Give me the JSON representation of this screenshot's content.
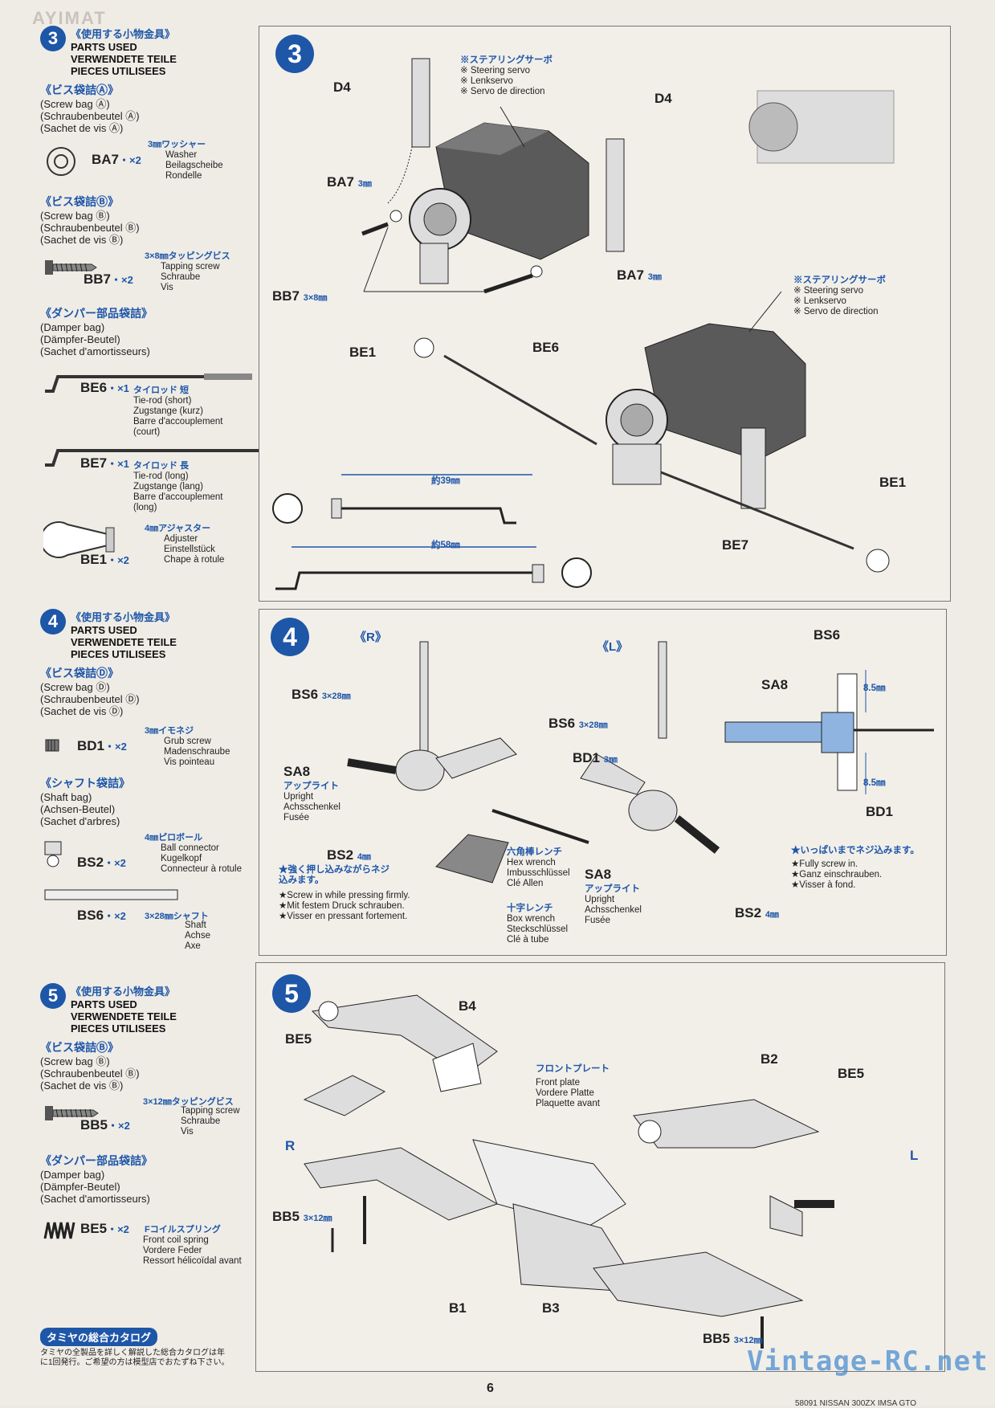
{
  "header": {
    "ghost": "AYIMAT"
  },
  "step3": {
    "num": "3",
    "parts_jp": "《使用する小物金具》",
    "parts_en": [
      "PARTS USED",
      "VERWENDETE TEILE",
      "PIECES UTILISEES"
    ],
    "bagA": {
      "title": "《ビス袋詰Ⓐ》",
      "lines": [
        "(Screw bag Ⓐ)",
        "(Schraubenbeutel Ⓐ)",
        "(Sachet de vis Ⓐ)"
      ]
    },
    "ba7": {
      "code": "BA7",
      "qty": "・×2",
      "jp": "3㎜ワッシャー",
      "desc": [
        "Washer",
        "Beilagscheibe",
        "Rondelle"
      ]
    },
    "bagB": {
      "title": "《ビス袋詰Ⓑ》",
      "lines": [
        "(Screw bag Ⓑ)",
        "(Schraubenbeutel Ⓑ)",
        "(Sachet de vis Ⓑ)"
      ]
    },
    "bb7": {
      "code": "BB7",
      "qty": "・×2",
      "jp": "3×8㎜タッピングビス",
      "desc": [
        "Tapping screw",
        "Schraube",
        "Vis"
      ]
    },
    "damper": {
      "title": "《ダンパー部品袋詰》",
      "lines": [
        "(Damper bag)",
        "(Dämpfer-Beutel)",
        "(Sachet d'amortisseurs)"
      ]
    },
    "be6": {
      "code": "BE6",
      "qty": "・×1",
      "jp": "タイロッド 短",
      "desc": [
        "Tie-rod (short)",
        "Zugstange (kurz)",
        "Barre d'accouplement",
        "(court)"
      ]
    },
    "be7": {
      "code": "BE7",
      "qty": "・×1",
      "jp": "タイロッド 長",
      "desc": [
        "Tie-rod (long)",
        "Zugstange (lang)",
        "Barre d'accouplement",
        "(long)"
      ]
    },
    "be1": {
      "code": "BE1",
      "qty": "・×2",
      "jp": "4㎜アジャスター",
      "desc": [
        "Adjuster",
        "Einstellstück",
        "Chape à rotule"
      ]
    }
  },
  "step3_panel": {
    "num": "3",
    "servo_jp": "※ステアリングサーボ",
    "servo_en": [
      "※ Steering servo",
      "※ Lenkservo",
      "※ Servo de direction"
    ],
    "labels": {
      "d4a": "D4",
      "d4b": "D4",
      "ba7a": "BA7",
      "ba7b": "BA7",
      "size3": "3㎜",
      "bb7": "BB7",
      "bb7size": "3×8㎜",
      "be1a": "BE1",
      "be6": "BE6",
      "be1b": "BE1",
      "be7": "BE7"
    },
    "dim39": "約39㎜",
    "dim58": "約58㎜"
  },
  "step4": {
    "num": "4",
    "parts_jp": "《使用する小物金具》",
    "parts_en": [
      "PARTS USED",
      "VERWENDETE TEILE",
      "PIECES UTILISEES"
    ],
    "bagD": {
      "title": "《ビス袋詰Ⓓ》",
      "lines": [
        "(Screw bag Ⓓ)",
        "(Schraubenbeutel Ⓓ)",
        "(Sachet de vis Ⓓ)"
      ]
    },
    "bd1": {
      "code": "BD1",
      "qty": "・×2",
      "jp": "3㎜イモネジ",
      "desc": [
        "Grub screw",
        "Madenschraube",
        "Vis pointeau"
      ]
    },
    "shaft": {
      "title": "《シャフト袋詰》",
      "lines": [
        "(Shaft bag)",
        "(Achsen-Beutel)",
        "(Sachet d'arbres)"
      ]
    },
    "bs2": {
      "code": "BS2",
      "qty": "・×2",
      "jp": "4㎜ピロボール",
      "desc": [
        "Ball connector",
        "Kugelkopf",
        "Connecteur à rotule"
      ]
    },
    "bs6": {
      "code": "BS6",
      "qty": "・×2",
      "jp": "3×28㎜シャフト",
      "desc": [
        "Shaft",
        "Achse",
        "Axe"
      ]
    }
  },
  "step4_panel": {
    "num": "4",
    "r": "《R》",
    "l": "《L》",
    "labels": {
      "bs6a": "BS6",
      "bs6b": "BS6",
      "bs6c": "BS6",
      "bs6size": "3×28㎜",
      "bd1a": "BD1",
      "bd1b": "BD1",
      "bd1size": "3㎜",
      "sa8a": "SA8",
      "sa8b": "SA8",
      "sa8c": "SA8",
      "bs2a": "BS2",
      "bs2b": "BS2",
      "bs2size": "4㎜"
    },
    "upright_jp": "アップライト",
    "upright": [
      "Upright",
      "Achsschenkel",
      "Fusée"
    ],
    "press_jp": [
      "★強く押し込みながらネジ",
      "込みます。"
    ],
    "press": [
      "★Screw in while pressing firmly.",
      "★Mit festem Druck schrauben.",
      "★Visser en pressant fortement."
    ],
    "hex_jp": "六角棒レンチ",
    "hex": [
      "Hex wrench",
      "Imbusschlüssel",
      "Clé Allen"
    ],
    "box_jp": "十字レンチ",
    "box": [
      "Box wrench",
      "Steckschlüssel",
      "Clé à tube"
    ],
    "dim85a": "8.5㎜",
    "dim85b": "8.5㎜",
    "fully_jp": "★いっぱいまでネジ込みます。",
    "fully": [
      "★Fully screw in.",
      "★Ganz einschrauben.",
      "★Visser à fond."
    ]
  },
  "step5": {
    "num": "5",
    "parts_jp": "《使用する小物金具》",
    "parts_en": [
      "PARTS USED",
      "VERWENDETE TEILE",
      "PIECES UTILISEES"
    ],
    "bagB": {
      "title": "《ビス袋詰Ⓑ》",
      "lines": [
        "(Screw bag Ⓑ)",
        "(Schraubenbeutel Ⓑ)",
        "(Sachet de vis Ⓑ)"
      ]
    },
    "bb5": {
      "code": "BB5",
      "qty": "・×2",
      "jp": "3×12㎜タッピングビス",
      "desc": [
        "Tapping screw",
        "Schraube",
        "Vis"
      ]
    },
    "damper": {
      "title": "《ダンパー部品袋詰》",
      "lines": [
        "(Damper bag)",
        "(Dämpfer-Beutel)",
        "(Sachet d'amortisseurs)"
      ]
    },
    "be5": {
      "code": "BE5",
      "qty": "・×2",
      "jp": "Fコイルスプリング",
      "desc": [
        "Front coil spring",
        "Vordere Feder",
        "Ressort hélicoïdal avant"
      ]
    }
  },
  "step5_panel": {
    "num": "5",
    "labels": {
      "be5a": "BE5",
      "be5b": "BE5",
      "b4": "B4",
      "b2": "B2",
      "r": "R",
      "l": "L",
      "bb5a": "BB5",
      "bb5b": "BB5",
      "bb5size": "3×12㎜",
      "b1": "B1",
      "b3": "B3"
    },
    "front_jp": "フロントプレート",
    "front": [
      "Front plate",
      "Vordere Platte",
      "Plaquette avant"
    ]
  },
  "catalog": {
    "badge": "タミヤの総合カタログ",
    "text": [
      "タミヤの全製品を詳しく解説した総合カタログは年",
      "に1回発行。ご希望の方は模型店でおたずね下さい。"
    ]
  },
  "page_number": "6",
  "footer_code": "58091 NISSAN 300ZX IMSA GTO",
  "watermark": "Vintage-RC.net"
}
